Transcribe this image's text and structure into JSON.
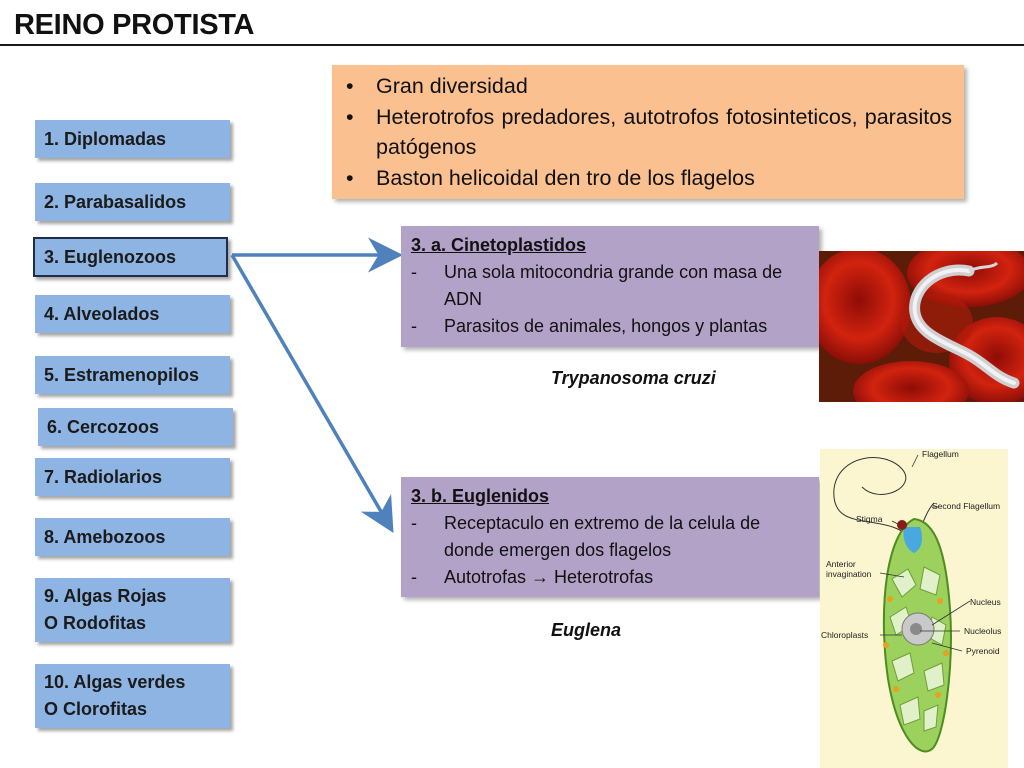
{
  "title": "REINO PROTISTA",
  "nav": [
    {
      "label": "1. Diplomadas"
    },
    {
      "label": "2. Parabasalidos"
    },
    {
      "label": "3. Euglenozoos"
    },
    {
      "label": "4. Alveolados"
    },
    {
      "label": "5. Estramenopilos"
    },
    {
      "label": "6. Cercozoos"
    },
    {
      "label": "7. Radiolarios"
    },
    {
      "label": "8. Amebozoos"
    },
    {
      "label": "9. Algas Rojas\nO Rodofitas"
    },
    {
      "label": "10. Algas verdes\nO Clorofitas"
    }
  ],
  "summary": {
    "bullets": [
      "Gran diversidad",
      "Heterotrofos predadores, autotrofos fotosinteticos, parasitos patógenos",
      "Baston helicoidal den tro de los flagelos"
    ]
  },
  "cineto": {
    "heading": "3. a. Cinetoplastidos",
    "items": [
      "Una sola mitocondria grande con masa de ADN",
      "Parasitos de animales, hongos y plantas"
    ],
    "caption": "Trypanosoma cruzi"
  },
  "euglenidos": {
    "heading": "3. b. Euglenidos",
    "items": [
      "Receptaculo en extremo de la celula de donde emergen dos flagelos",
      "Autotrofas → Heterotrofas"
    ],
    "caption": "Euglena"
  },
  "diagram_labels": {
    "flagellum": "Flagellum",
    "second_flagellum": "Second Flagellum",
    "stigma": "Stigma",
    "anterior": "Anterior",
    "invagination": "invagination",
    "nucleus": "Nucleus",
    "chloroplasts": "Chloroplasts",
    "nucleolus": "Nucleolus",
    "pyrenoid": "Pyrenoid"
  },
  "colors": {
    "nav_fill": "#8eb4e3",
    "summary_fill": "#fac090",
    "detail_fill": "#b3a2c7",
    "arrow": "#4f81bd"
  }
}
